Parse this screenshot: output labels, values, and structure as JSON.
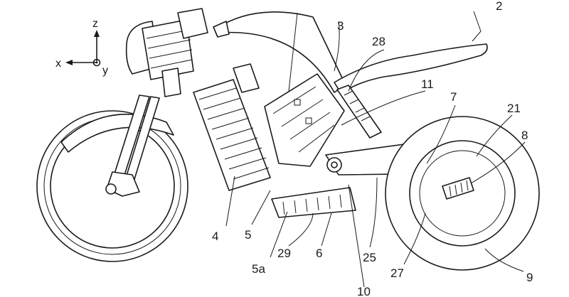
{
  "axes": {
    "z": "z",
    "x": "x",
    "y": "y"
  },
  "labels": {
    "l2": "2",
    "l3": "3",
    "l28": "28",
    "l11": "11",
    "l7": "7",
    "l21": "21",
    "l8": "8",
    "l4": "4",
    "l5": "5",
    "l5a": "5a",
    "l29": "29",
    "l6": "6",
    "l25": "25",
    "l27": "27",
    "l9": "9",
    "l10": "10"
  }
}
